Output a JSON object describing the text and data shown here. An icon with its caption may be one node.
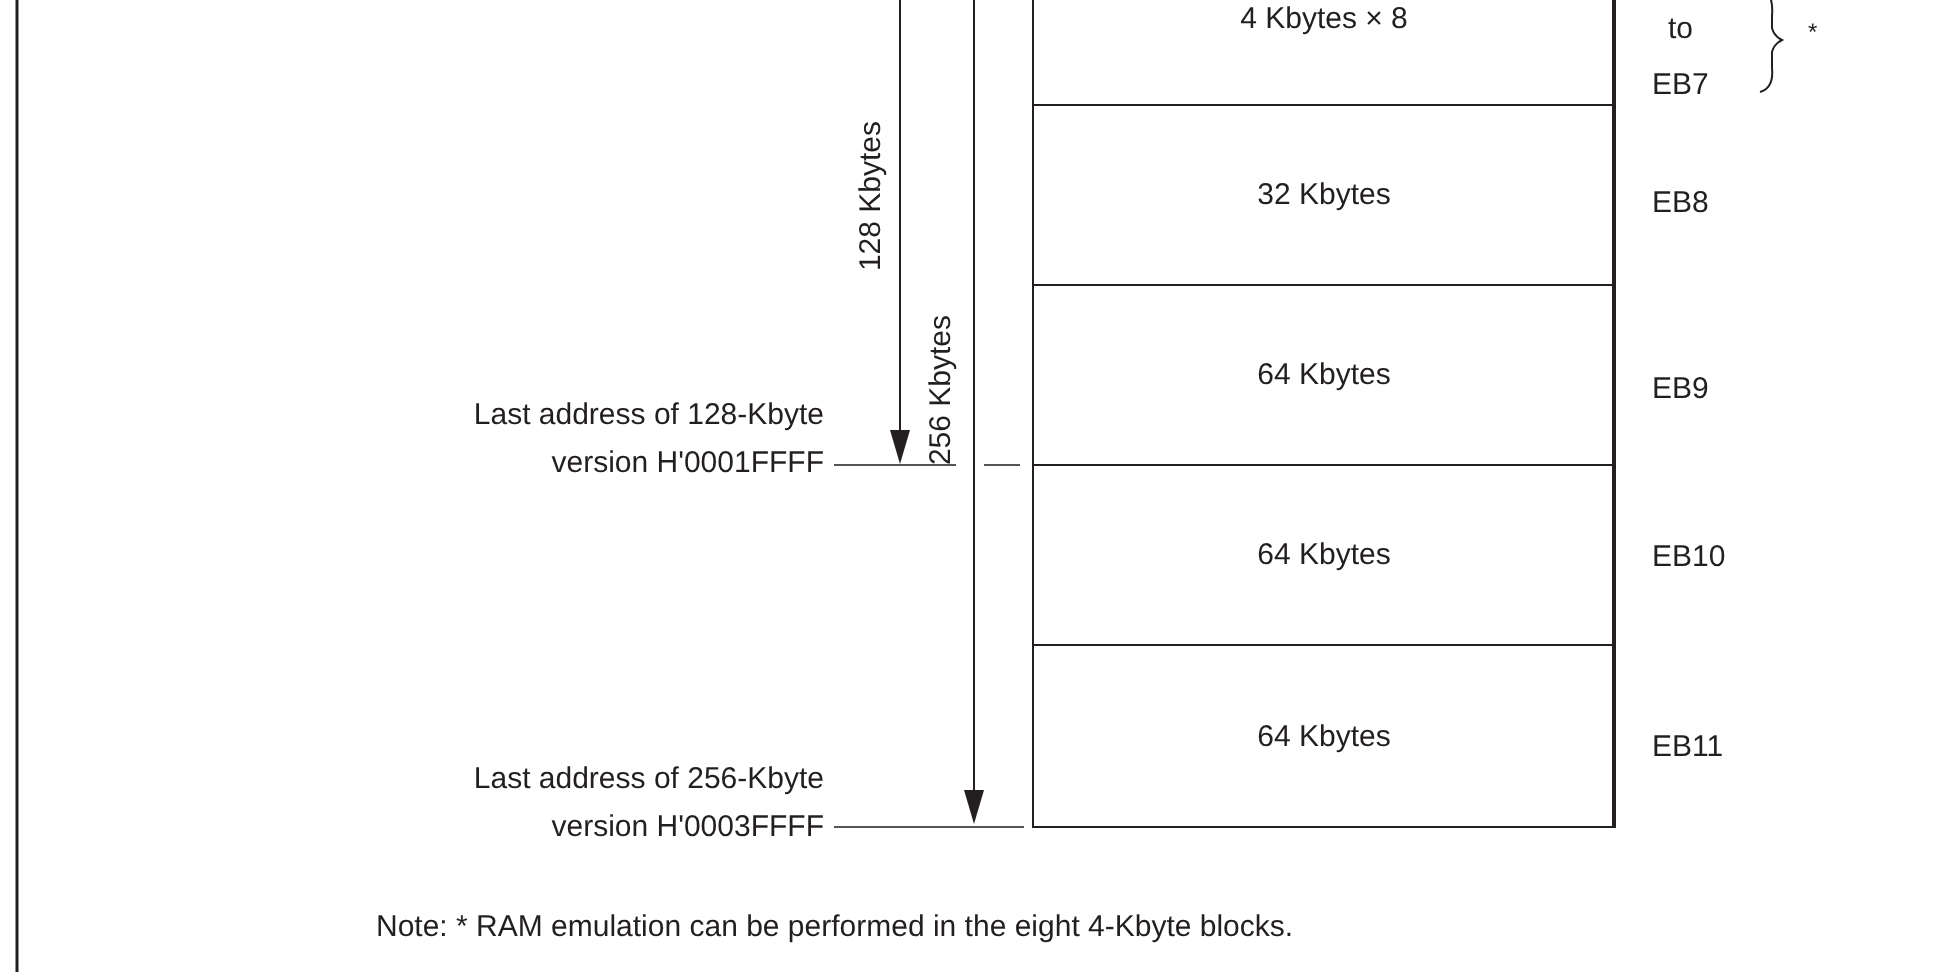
{
  "diagram": {
    "nodes": [
      {
        "text": [
          "4 Kbytes × 8"
        ]
      },
      {
        "text": [
          "32 Kbytes"
        ]
      },
      {
        "text": [
          "64 Kbytes"
        ]
      },
      {
        "text": [
          "64 Kbytes"
        ]
      },
      {
        "text": [
          "64 Kbytes"
        ]
      }
    ],
    "labels": [
      "to",
      "*",
      "EB7",
      "128 Kbytes",
      "EB8",
      "256 Kbytes",
      "Last address of 128-Kbyte version H'0001FFFF",
      "EB9",
      "EB10",
      "EB11",
      "Last address of 256-Kbyte version H'0003FFFF",
      "Note: * RAM emulation can be performed in the eight 4-Kbyte blocks."
    ]
  }
}
